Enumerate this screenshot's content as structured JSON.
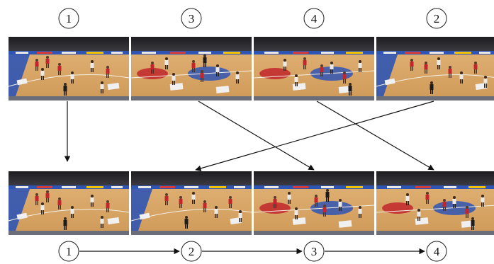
{
  "top_row": {
    "frame_numbers": [
      "1",
      "3",
      "4",
      "2"
    ]
  },
  "bottom_row": {
    "frame_numbers": [
      "1",
      "2",
      "3",
      "4"
    ]
  },
  "colors": {
    "court_wood": "#d9a866",
    "court_blue": "#2f55b4",
    "crowd": "#2b2a2c",
    "jersey_red": "#c2262c",
    "jersey_white": "#eceae6",
    "line": "#111111"
  }
}
